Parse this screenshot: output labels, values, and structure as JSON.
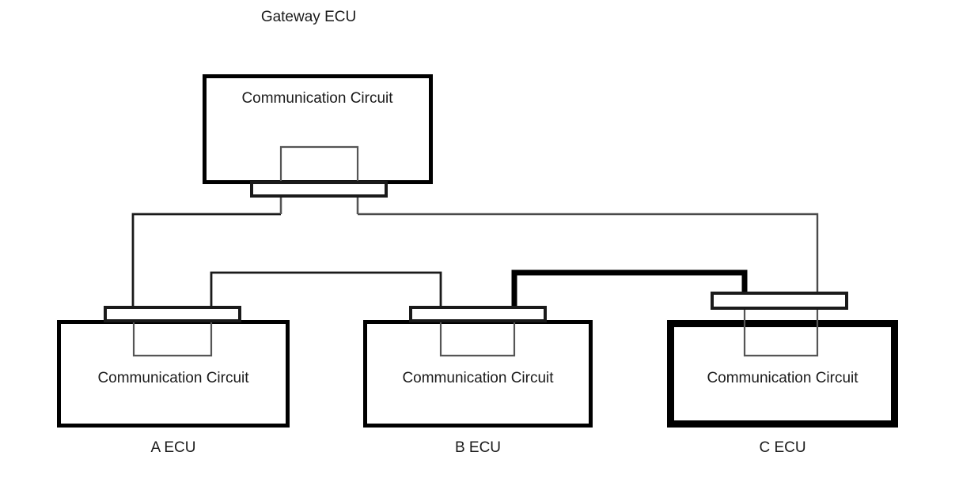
{
  "diagram": {
    "title": "Gateway ECU",
    "node_label": "Communication Circuit",
    "nodes": [
      {
        "id": "gateway",
        "caption": "",
        "inner_label": "Communication Circuit",
        "highlighted": false,
        "connector_side": "bottom"
      },
      {
        "id": "a-ecu",
        "caption": "A ECU",
        "inner_label": "Communication Circuit",
        "highlighted": false,
        "connector_side": "top"
      },
      {
        "id": "b-ecu",
        "caption": "B ECU",
        "inner_label": "Communication Circuit",
        "highlighted": false,
        "connector_side": "top"
      },
      {
        "id": "c-ecu",
        "caption": "C ECU",
        "inner_label": "Communication Circuit",
        "highlighted": true,
        "connector_side": "top"
      }
    ],
    "bus_links": [
      {
        "id": "gateway-to-a",
        "from": "gateway",
        "to": "a-ecu",
        "style": "thin"
      },
      {
        "id": "gateway-to-c",
        "from": "gateway",
        "to": "c-ecu",
        "style": "thin"
      },
      {
        "id": "a-to-b",
        "from": "a-ecu",
        "to": "b-ecu",
        "style": "thin"
      },
      {
        "id": "b-to-c",
        "from": "b-ecu",
        "to": "c-ecu",
        "style": "bold"
      }
    ],
    "colors": {
      "background": "#ffffff",
      "stroke": "#000000",
      "text": "#1a1a1a",
      "bus_thin": "#4a4a4a",
      "bus_bold": "#000000"
    }
  }
}
